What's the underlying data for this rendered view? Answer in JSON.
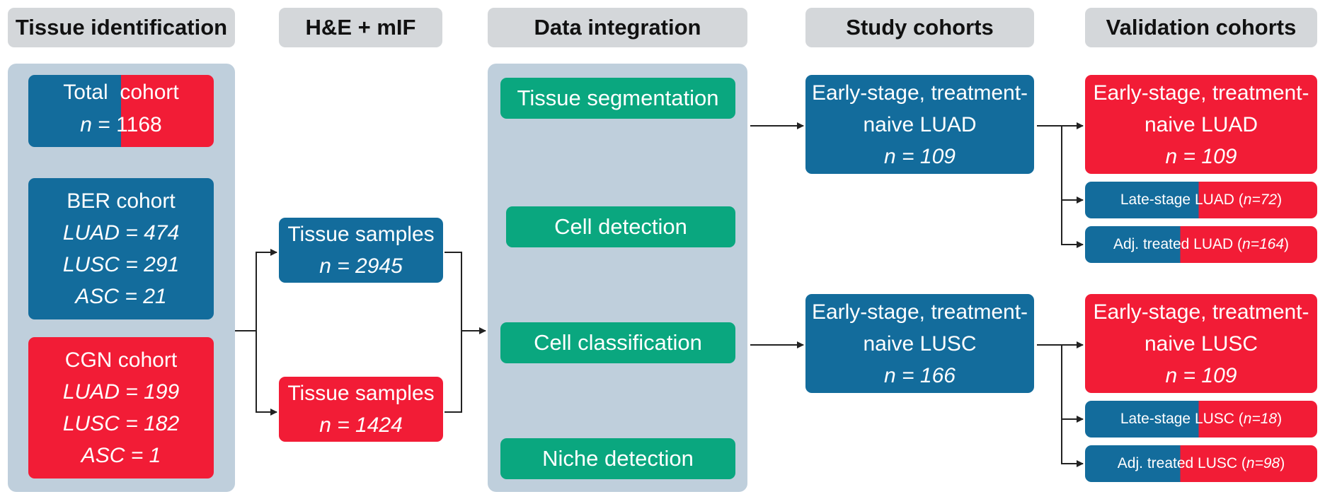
{
  "headers": {
    "tissue_identification": "Tissue identification",
    "he_mif": "H&E + mIF",
    "data_integration": "Data integration",
    "study_cohorts": "Study cohorts",
    "validation_cohorts": "Validation cohorts"
  },
  "total_cohort": {
    "word1": "Total",
    "word2": "cohort",
    "n_label": "n",
    "n_rest": " = 1168"
  },
  "ber_cohort": {
    "title": "BER  cohort",
    "luad": "LUAD = 474",
    "lusc": "LUSC = 291",
    "asc": "ASC = 21"
  },
  "cgn_cohort": {
    "title": "CGN  cohort",
    "luad": "LUAD = 199",
    "lusc": "LUSC = 182",
    "asc": "ASC = 1"
  },
  "tissue_samples_blue": {
    "label": "Tissue samples",
    "n": "n = 2945"
  },
  "tissue_samples_red": {
    "label": "Tissue samples",
    "n": "n = 1424"
  },
  "data_integration_steps": [
    "Tissue segmentation",
    "Cell detection",
    "Cell classification",
    "Niche detection"
  ],
  "study_luad": {
    "line1": "Early-stage, treatment-",
    "line2": "naive LUAD",
    "n": "n = 109"
  },
  "study_lusc": {
    "line1": "Early-stage, treatment-",
    "line2": "naive LUSC",
    "n": "n = 166"
  },
  "val_luad": {
    "line1": "Early-stage, treatment-",
    "line2": "naive LUAD",
    "n": "n = 109"
  },
  "val_lusc": {
    "line1": "Early-stage, treatment-",
    "line2": "naive LUSC",
    "n": "n = 109"
  },
  "val_late_luad": {
    "text": "Late-stage LUAD (",
    "n": "n=72",
    "close": ")"
  },
  "val_adj_luad": {
    "text": "Adj. treated LUAD (",
    "n": "n=164",
    "close": ")"
  },
  "val_late_lusc": {
    "text": "Late-stage LUSC (",
    "n": "n=18",
    "close": ")"
  },
  "val_adj_lusc": {
    "text": "Adj. treated LUSC (",
    "n": "n=98",
    "close": ")"
  },
  "colors": {
    "blue": "#136c9c",
    "red": "#f21c36",
    "green": "#0aa77f",
    "panel": "#bfcfdc",
    "header": "#d4d7da"
  }
}
